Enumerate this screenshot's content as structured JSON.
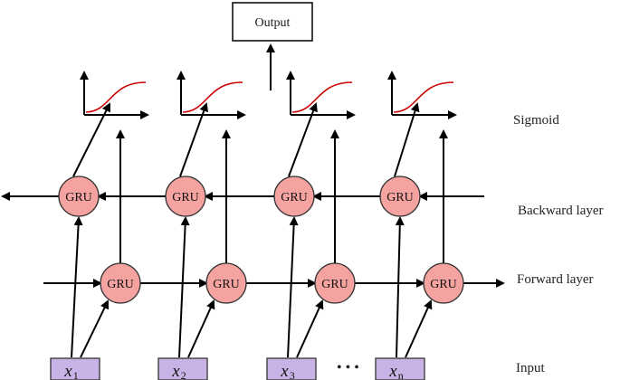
{
  "output_label": "Output",
  "gru_label": "GRU",
  "layers": {
    "sigmoid": "Sigmoid",
    "backward": "Backward layer",
    "forward": "Forward layer",
    "input": "Input"
  },
  "inputs": [
    {
      "base": "x",
      "sub": "1"
    },
    {
      "base": "x",
      "sub": "2"
    },
    {
      "base": "x",
      "sub": "3"
    },
    {
      "base": "x",
      "sub": "n"
    }
  ],
  "ellipsis": "• • •",
  "colors": {
    "gru_fill": "#f4a3a0",
    "input_fill": "#c9b3e6",
    "curve": "#cc0000",
    "line": "#000000"
  }
}
